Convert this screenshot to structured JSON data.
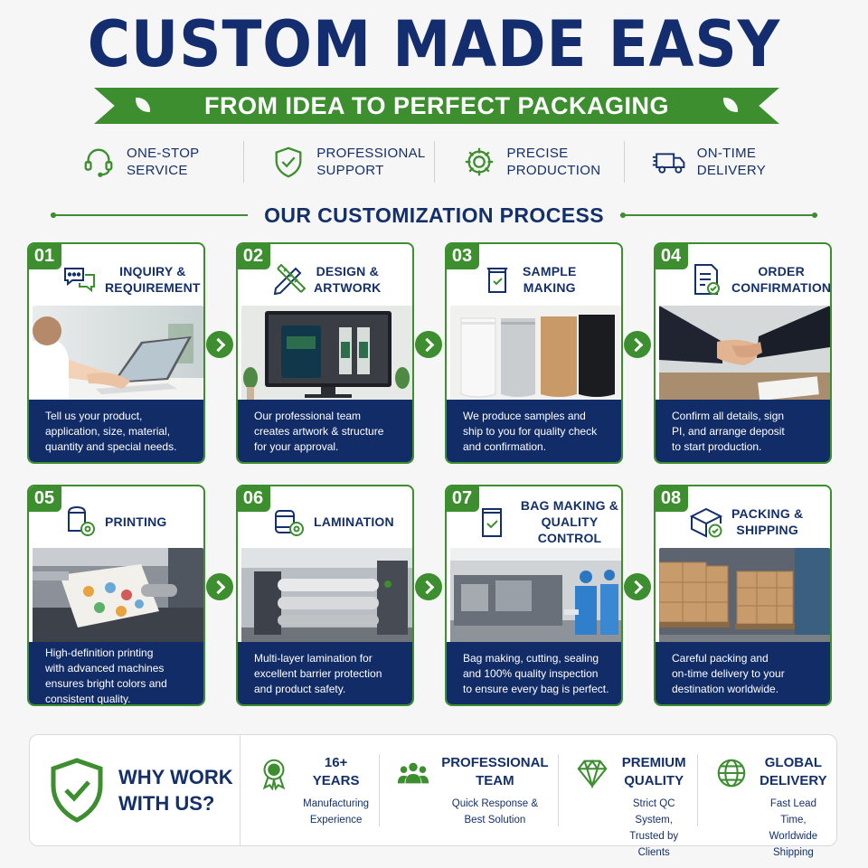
{
  "title": "CUSTOM MADE EASY",
  "subtitle": "FROM IDEA TO PERFECT PACKAGING",
  "features": [
    {
      "label": "ONE-STOP\nSERVICE",
      "icon": "headset-icon"
    },
    {
      "label": "PROFESSIONAL\nSUPPORT",
      "icon": "shield-check-icon"
    },
    {
      "label": "PRECISE\nPRODUCTION",
      "icon": "gear-icon"
    },
    {
      "label": "ON-TIME\nDELIVERY",
      "icon": "truck-icon"
    }
  ],
  "process_title": "OUR CUSTOMIZATION PROCESS",
  "steps": [
    {
      "num": "01",
      "title": "INQUIRY &\nREQUIREMENT",
      "icon": "chat-bubbles-icon",
      "desc": "Tell us your product,\napplication, size, material,\nquantity and special needs."
    },
    {
      "num": "02",
      "title": "DESIGN &\nARTWORK",
      "icon": "pencil-ruler-icon",
      "desc": "Our professional team\ncreates artwork & structure\nfor your approval."
    },
    {
      "num": "03",
      "title": "SAMPLE\nMAKING",
      "icon": "pouch-icon",
      "desc": "We produce samples and\nship to you for quality check\nand confirmation."
    },
    {
      "num": "04",
      "title": "ORDER\nCONFIRMATION",
      "icon": "document-check-icon",
      "desc": "Confirm all details, sign\nPI, and arrange deposit\nto start production."
    },
    {
      "num": "05",
      "title": "PRINTING",
      "icon": "printer-icon",
      "desc": "High-definition printing\nwith advanced machines\nensures bright colors and\nconsistent quality."
    },
    {
      "num": "06",
      "title": "LAMINATION",
      "icon": "film-roll-icon",
      "desc": "Multi-layer lamination for\nexcellent barrier protection\nand product safety."
    },
    {
      "num": "07",
      "title": "BAG MAKING &\nQUALITY CONTROL",
      "icon": "bag-check-icon",
      "desc": "Bag making, cutting, sealing\nand 100% quality inspection\nto ensure every bag is perfect."
    },
    {
      "num": "08",
      "title": "PACKING &\nSHIPPING",
      "icon": "box-check-icon",
      "desc": "Careful packing and\non-time delivery to your\ndestination worldwide."
    }
  ],
  "why": {
    "title": "WHY WORK\nWITH US?",
    "items": [
      {
        "title": "16+ YEARS",
        "sub": "Manufacturing\nExperience",
        "icon": "award-badge-icon"
      },
      {
        "title": "PROFESSIONAL\nTEAM",
        "sub": "Quick Response &\nBest Solution",
        "icon": "team-icon"
      },
      {
        "title": "PREMIUM\nQUALITY",
        "sub": "Strict QC System,\nTrusted by Clients",
        "icon": "diamond-icon"
      },
      {
        "title": "GLOBAL\nDELIVERY",
        "sub": "Fast Lead Time,\nWorldwide Shipping",
        "icon": "globe-icon"
      }
    ]
  },
  "colors": {
    "navy": "#142d6e",
    "green": "#3c8e2e",
    "panel": "#122c68"
  }
}
